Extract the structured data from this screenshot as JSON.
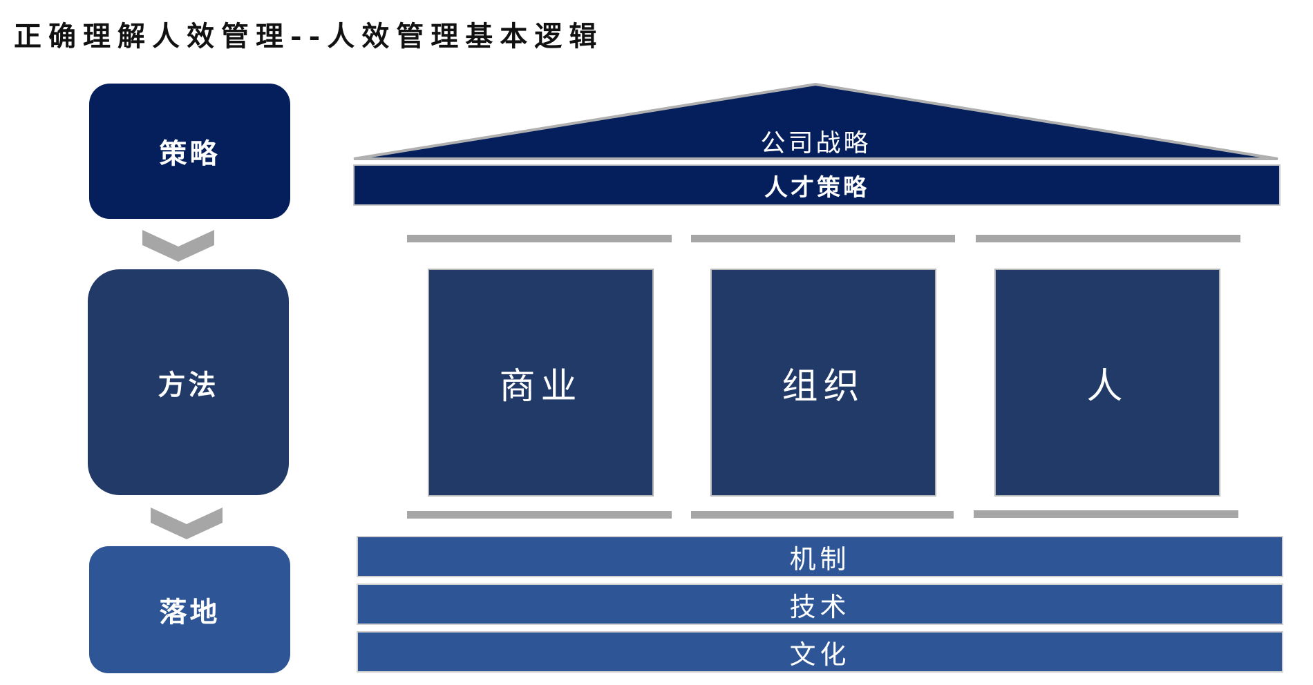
{
  "title": "正确理解人效管理--人效管理基本逻辑",
  "stages": [
    {
      "label": "策略"
    },
    {
      "label": "方法"
    },
    {
      "label": "落地"
    }
  ],
  "house": {
    "roof_label": "公司战略",
    "top_band_label": "人才策略",
    "pillars": [
      {
        "label": "商业"
      },
      {
        "label": "组织"
      },
      {
        "label": "人"
      }
    ],
    "base_bands": [
      {
        "label": "机制"
      },
      {
        "label": "技术"
      },
      {
        "label": "文化"
      }
    ]
  },
  "colors": {
    "dark_navy": "#051f5c",
    "slate_navy": "#223a67",
    "mid_blue": "#2e5596",
    "gray": "#a6a6a6"
  }
}
